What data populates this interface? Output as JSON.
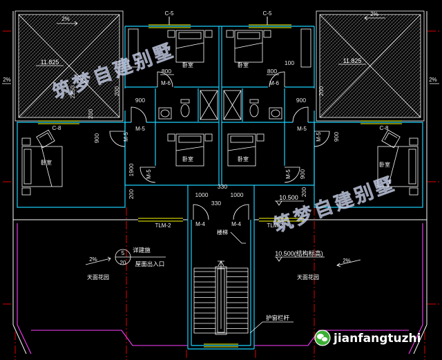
{
  "drawing": {
    "window_labels": [
      "C-5",
      "C-5",
      "C-8",
      "C-8",
      "TLM-2",
      "TLM-2"
    ],
    "door_labels": [
      "M-6",
      "M-6",
      "M-5",
      "M-5",
      "M-5",
      "M-5",
      "M-5",
      "M-5",
      "M-4",
      "M-4"
    ],
    "room_labels": [
      "卧室",
      "卧室",
      "卧室",
      "卧室",
      "卧室",
      "卧室",
      "楼梯",
      "天面花园",
      "天面花园"
    ],
    "slope_labels": [
      "2%",
      "2%",
      "2%",
      "2%",
      "2%",
      "2%"
    ],
    "elevation_labels": [
      "11.825",
      "11.825",
      "10.500",
      "10.500(结构标高)"
    ],
    "dimension_labels": [
      "2250",
      "200",
      "200",
      "200",
      "800",
      "800",
      "100",
      "900",
      "900",
      "900",
      "900",
      "1900",
      "900",
      "200",
      "200",
      "330",
      "1000",
      "1000",
      "330"
    ],
    "callout": {
      "top": "5",
      "bottom": "20",
      "note_line1": "详建施",
      "note_line2": "屋面出入口"
    },
    "railing_note": "护窗栏杆",
    "watermarks": [
      "筑梦自建别墅",
      "筑梦自建别墅"
    ]
  },
  "logo": {
    "text": "jianfangtuzhi",
    "icon": "wechat-icon"
  },
  "colors": {
    "background": "#000000",
    "walls": "#19d3ff",
    "windows": "#ffff00",
    "parapet": "#ff40ff",
    "axis_lines": "#e00000",
    "logo_green": "#3cb034"
  }
}
